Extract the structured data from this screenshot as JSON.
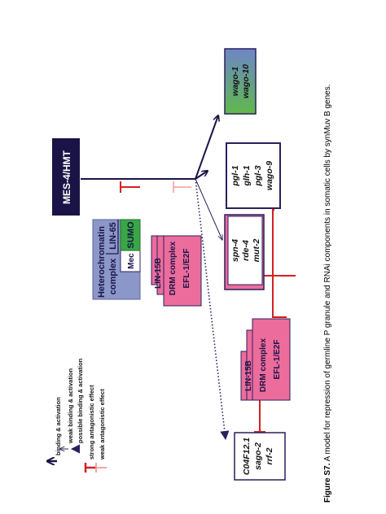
{
  "figure": {
    "caption_bold": "Figure S7.",
    "caption_text": " A model for repression of germline P granule and RNAi components in somatic cells by synMuv B genes."
  },
  "nodes": {
    "mes4": "MES-4/HMT",
    "heterochromatin": {
      "line1": "Heterochromatin",
      "line2": "complex",
      "lin65": "LIN-65"
    },
    "mec": "Mec",
    "sumo": "SUMO",
    "drm_upper": {
      "lin15b": "LIN-15B",
      "drm": "DRM complex",
      "efl": "EFL-1/E2F"
    },
    "drm_lower": {
      "lin15b": "LIN-15B",
      "drm": "DRM complex",
      "efl": "EFL-1/E2F"
    },
    "wago_box": [
      "wago-1",
      "wago-10"
    ],
    "pgl_box": [
      "pgl-1",
      "glh-1",
      "pgl-3",
      "wago-9"
    ],
    "spn_box": [
      "spn-4",
      "rde-4",
      "mut-2"
    ],
    "c04_box": [
      "C04F12.1",
      "sago-2",
      "rrf-2"
    ]
  },
  "legend": [
    {
      "label": "binding & activation",
      "icon": "bold-arrow-icon"
    },
    {
      "label": "weak binding & activation",
      "icon": "thin-arrow-icon"
    },
    {
      "label": "possible binding & activation",
      "icon": "dotted-arrow-icon"
    },
    {
      "label": "strong antagonistic effect",
      "icon": "strong-inhibit-icon"
    },
    {
      "label": "weak antagonistic effect",
      "icon": "weak-inhibit-icon"
    }
  ],
  "colors": {
    "dark_navy": "#1a1446",
    "heterochromatin_fill": "#8c97c9",
    "sumo_green": "#37a845",
    "drm_pink": "#ec6c9c",
    "strong_red": "#d42020",
    "weak_red": "#f29a9a",
    "box_border": "#2b1f5c",
    "gradient_green": "#5fb94a",
    "gradient_blue": "#6e86c6"
  }
}
